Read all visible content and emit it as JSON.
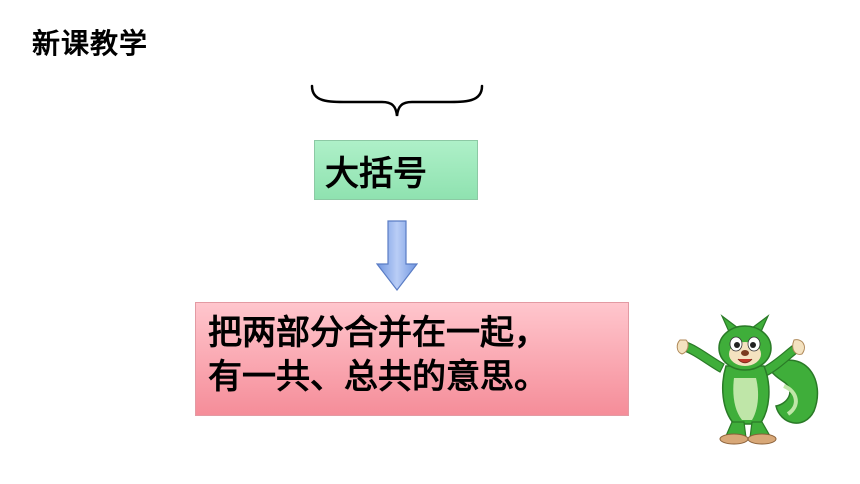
{
  "section_title": "新课教学",
  "term": "大括号",
  "meaning": {
    "line1": "把两部分合并在一起，",
    "line2": "有一共、总共的意思。"
  },
  "colors": {
    "term_box": "#9ee8bd",
    "meaning_box": "#f7a3ad",
    "arrow": "#8fb0ee",
    "mascot_green": "#3fae3a"
  },
  "icons": {
    "brace": "brace-icon",
    "arrow": "down-arrow-icon",
    "mascot": "squirrel-mascot-icon"
  }
}
